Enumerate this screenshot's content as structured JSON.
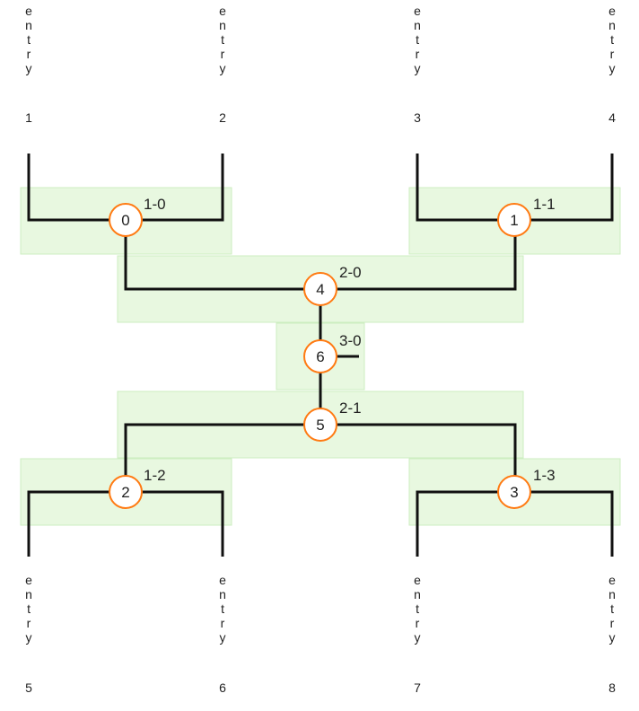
{
  "colors": {
    "region_fill": "#e8f8e0",
    "region_stroke": "#cdeec0",
    "line": "#111111",
    "node_stroke": "#ff7a12",
    "node_fill": "#ffffff",
    "text": "#222222"
  },
  "entries": {
    "top": [
      {
        "word": "entry",
        "number": "1"
      },
      {
        "word": "entry",
        "number": "2"
      },
      {
        "word": "entry",
        "number": "3"
      },
      {
        "word": "entry",
        "number": "4"
      }
    ],
    "bottom": [
      {
        "word": "entry",
        "number": "5"
      },
      {
        "word": "entry",
        "number": "6"
      },
      {
        "word": "entry",
        "number": "7"
      },
      {
        "word": "entry",
        "number": "8"
      }
    ]
  },
  "matches": [
    {
      "id": "m-1-0",
      "label": "1-0",
      "node": "0"
    },
    {
      "id": "m-1-1",
      "label": "1-1",
      "node": "1"
    },
    {
      "id": "m-2-0",
      "label": "2-0",
      "node": "4"
    },
    {
      "id": "m-3-0",
      "label": "3-0",
      "node": "6"
    },
    {
      "id": "m-2-1",
      "label": "2-1",
      "node": "5"
    },
    {
      "id": "m-1-2",
      "label": "1-2",
      "node": "2"
    },
    {
      "id": "m-1-3",
      "label": "1-3",
      "node": "3"
    }
  ]
}
